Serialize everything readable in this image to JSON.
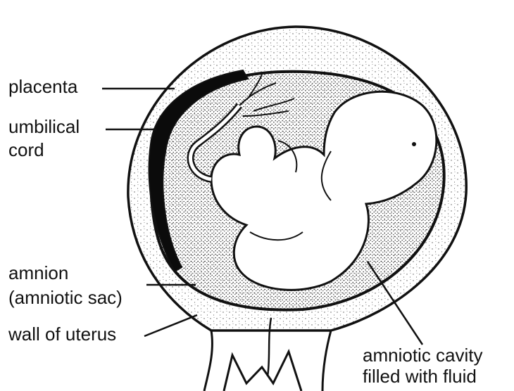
{
  "labels": {
    "placenta": "placenta",
    "umbilical_cord_line1": "umbilical",
    "umbilical_cord_line2": "cord",
    "amnion_line1": "amnion",
    "amnion_line2": "(amniotic sac)",
    "wall_of_uterus": "wall of uterus",
    "amniotic_cavity_line1": "amniotic cavity",
    "amniotic_cavity_line2": "filled with fluid"
  },
  "colors": {
    "ink": "#111111",
    "paper": "#ffffff"
  }
}
